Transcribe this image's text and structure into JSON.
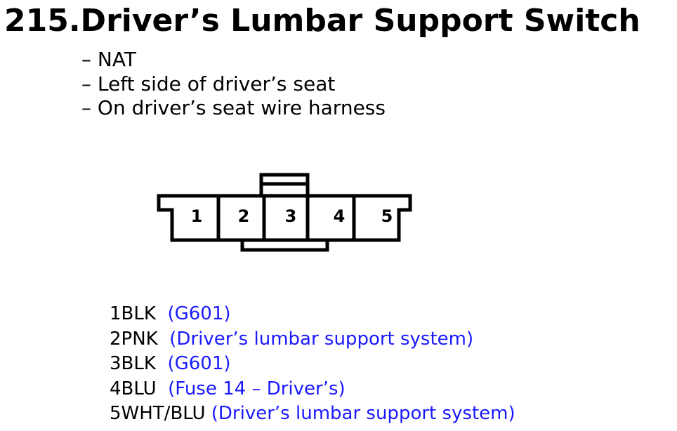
{
  "title": "215.Driver’s Lumbar Support Switch",
  "notes": [
    "– NAT",
    "– Left side of driver’s seat",
    "– On driver’s seat wire harness"
  ],
  "connector": {
    "pin_labels": [
      "1",
      "2",
      "3",
      "4",
      "5"
    ]
  },
  "pins": [
    {
      "code": "1BLK",
      "desc": "(G601)"
    },
    {
      "code": "2PNK",
      "desc": "(Driver’s lumbar support system)"
    },
    {
      "code": "3BLK",
      "desc": "(G601)"
    },
    {
      "code": "4BLU",
      "desc": "(Fuse 14 – Driver’s)"
    },
    {
      "code": "5WHT/BLU",
      "desc": "(Driver’s lumbar support system)"
    }
  ],
  "colors": {
    "text": "#000000",
    "description": "#1a1aff",
    "outline": "#000000"
  }
}
